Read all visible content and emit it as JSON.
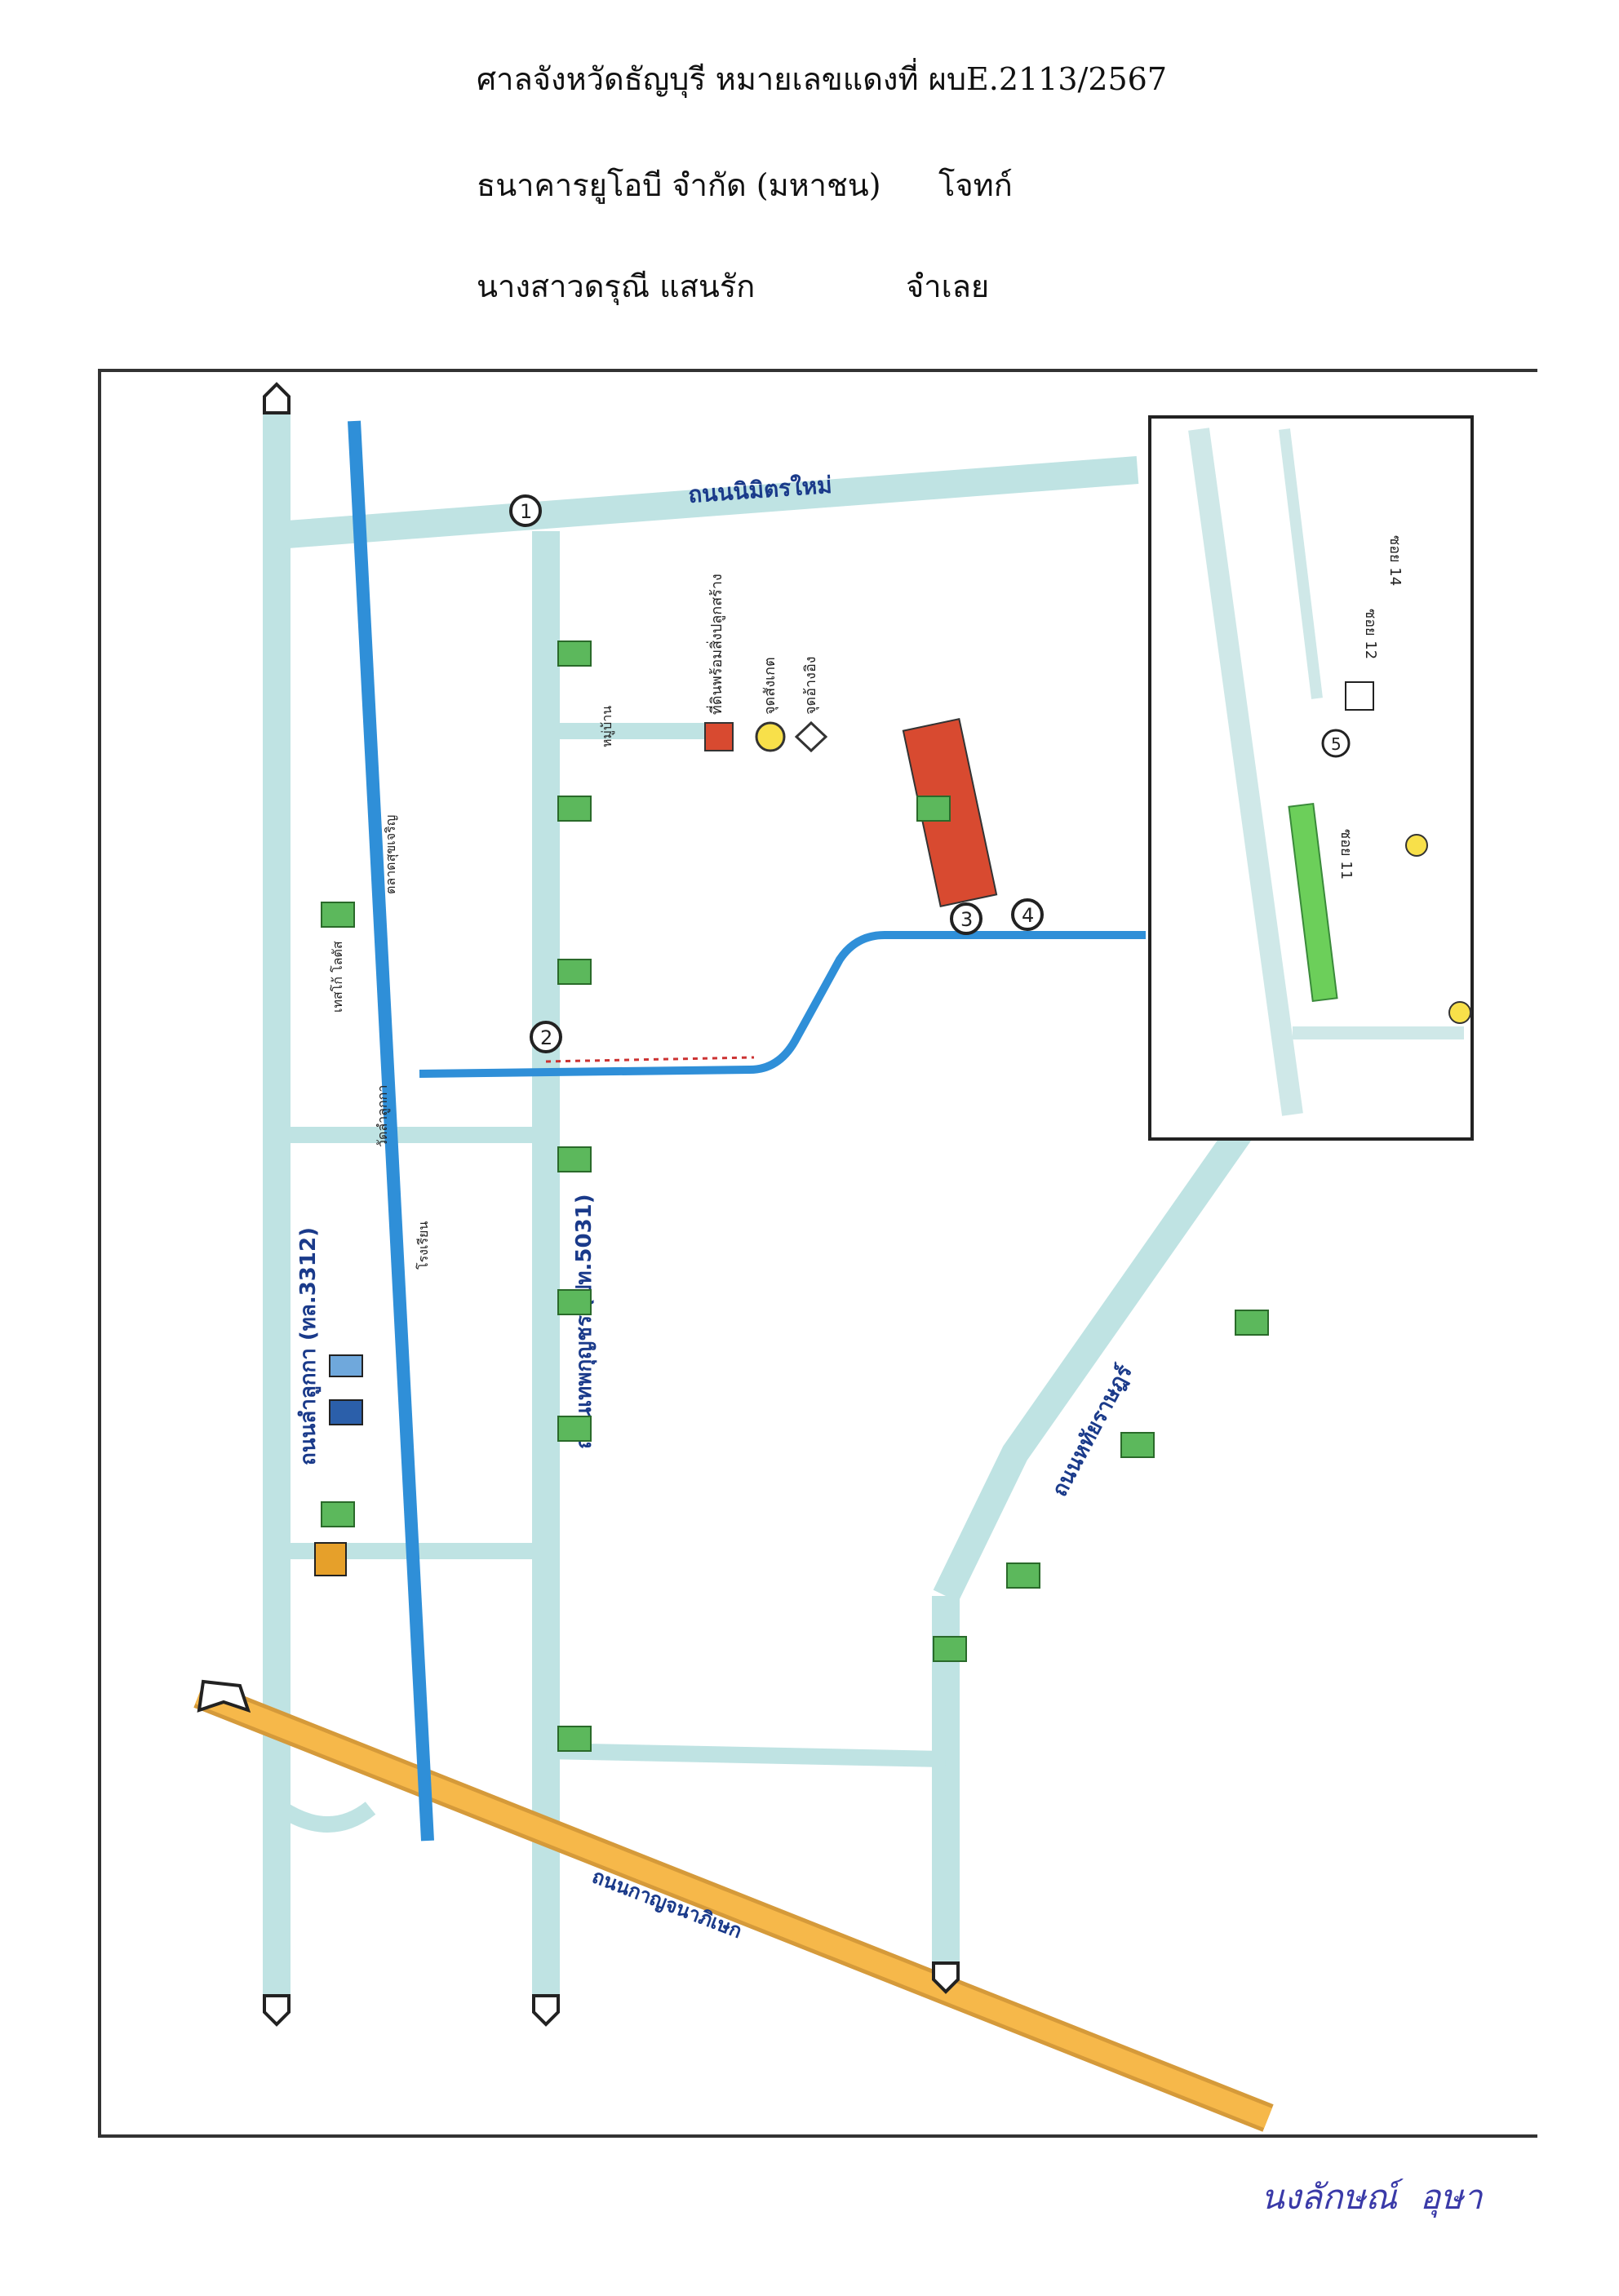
{
  "header": {
    "court_line": "ศาลจังหวัดธัญบุรี  หมายเลขแดงที่ ผบE.2113/2567",
    "plaintiff_name": "ธนาคารยูโอบี จำกัด  (มหาชน)",
    "plaintiff_role": "โจทก์",
    "defendant_name": "นางสาวดรุณี  แสนรัก",
    "defendant_role": "จำเลย"
  },
  "map": {
    "roads": {
      "nimit_mai": "ถนนนิมิตรใหม่",
      "lam_luk_ka": "ถนนลำลูกกา (ทล.3312)",
      "luang_phaeng": "ถนนเทพกุญชร (ปท.5031)",
      "hathai_rat": "ถนนหทัยราษฎร์",
      "motorway": "ถนนกาญจนาภิเษก"
    },
    "legend": {
      "land": "ที่ดินพร้อมสิ่งปลูกสร้าง",
      "landmark": "จุดสังเกต",
      "marker": "จุดอ้างอิง"
    },
    "soi_labels": [
      "ซอย 11",
      "ซอย 12",
      "ซอย 14"
    ],
    "place_labels": [
      "เทสโก้ โลตัส",
      "วัดลำลูกกา",
      "ตลาดสุขเจริญ",
      "โรงเรียน",
      "หมู่บ้าน"
    ],
    "markers": [
      "1",
      "2",
      "3",
      "4",
      "5"
    ],
    "signature": [
      "นงลักษณ์",
      "อุษา"
    ]
  },
  "colors": {
    "canal": "#2f8fd8",
    "road": "#d4ecec",
    "motorway": "#f0a830",
    "parcel": "#d84a30",
    "inset_parcel": "#6ccf5a"
  }
}
